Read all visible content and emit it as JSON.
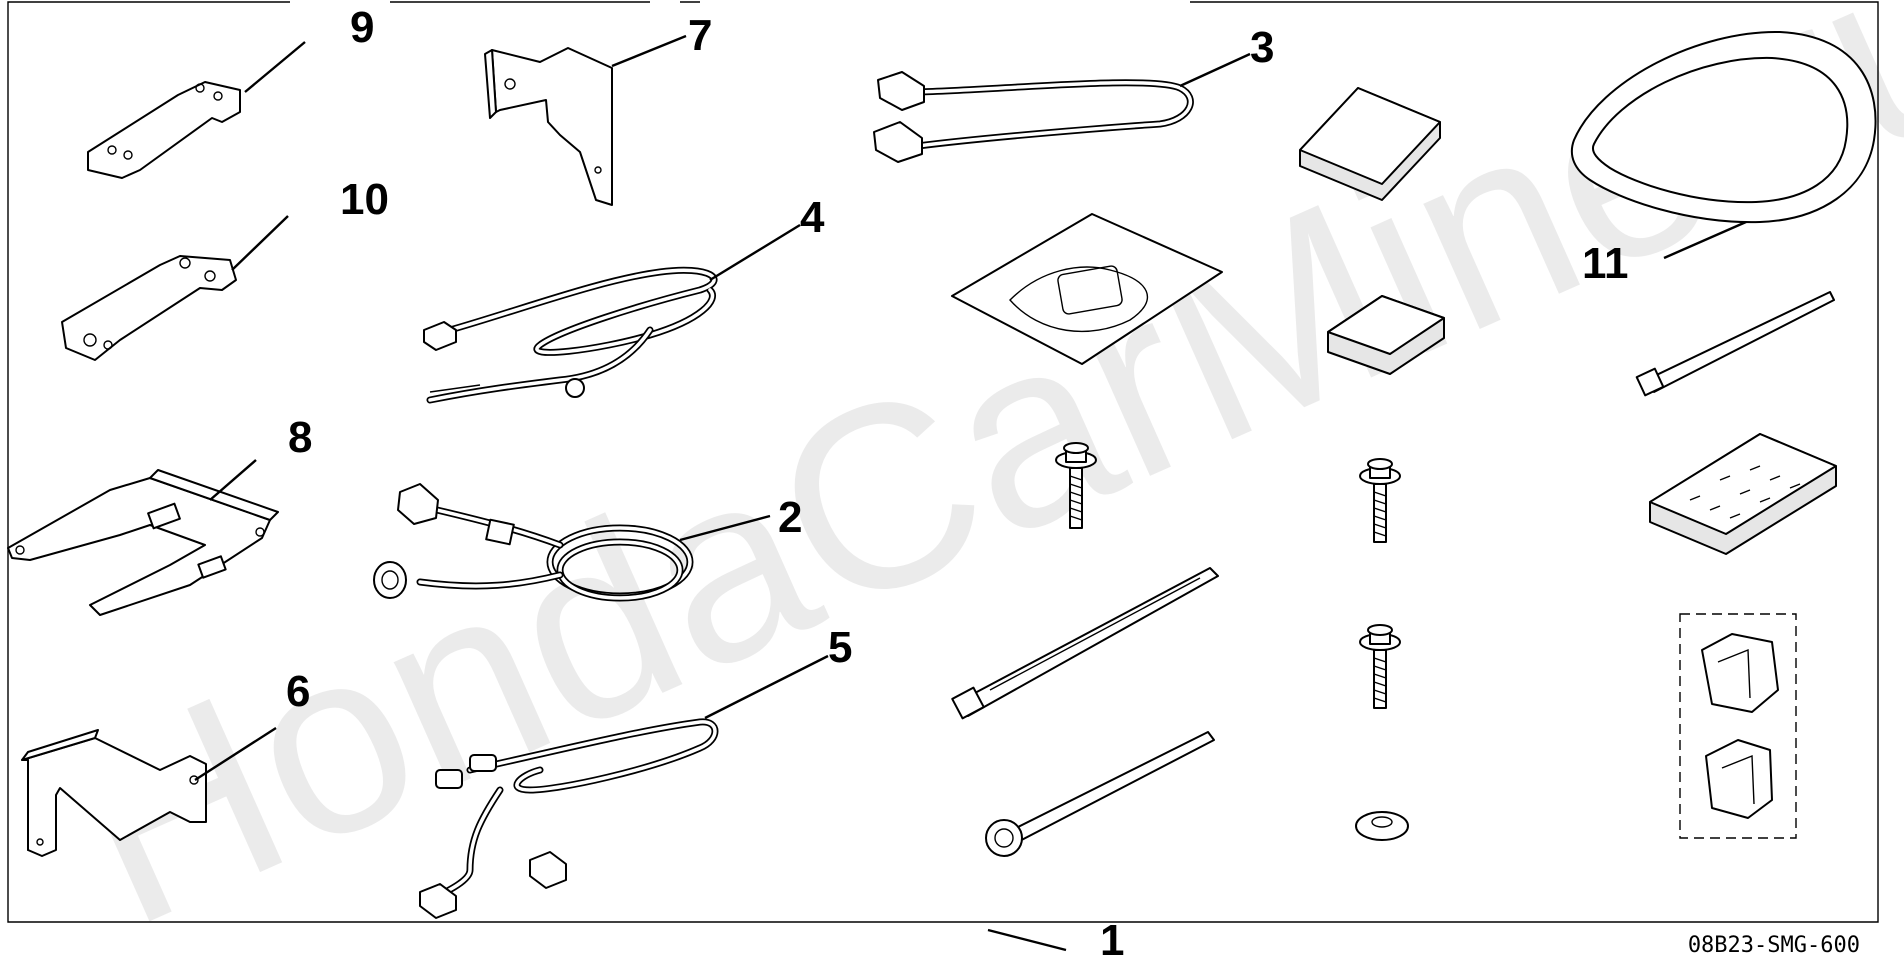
{
  "diagram": {
    "callouts": [
      {
        "id": "c9",
        "label": "9"
      },
      {
        "id": "c7",
        "label": "7"
      },
      {
        "id": "c3",
        "label": "3"
      },
      {
        "id": "c10",
        "label": "10"
      },
      {
        "id": "c4",
        "label": "4"
      },
      {
        "id": "c11",
        "label": "11"
      },
      {
        "id": "c8",
        "label": "8"
      },
      {
        "id": "c2",
        "label": "2"
      },
      {
        "id": "c5",
        "label": "5"
      },
      {
        "id": "c6",
        "label": "6"
      },
      {
        "id": "c1",
        "label": "1"
      }
    ],
    "part_code": "08B23-SMG-600",
    "watermark": "HondaCarMine.ru"
  }
}
